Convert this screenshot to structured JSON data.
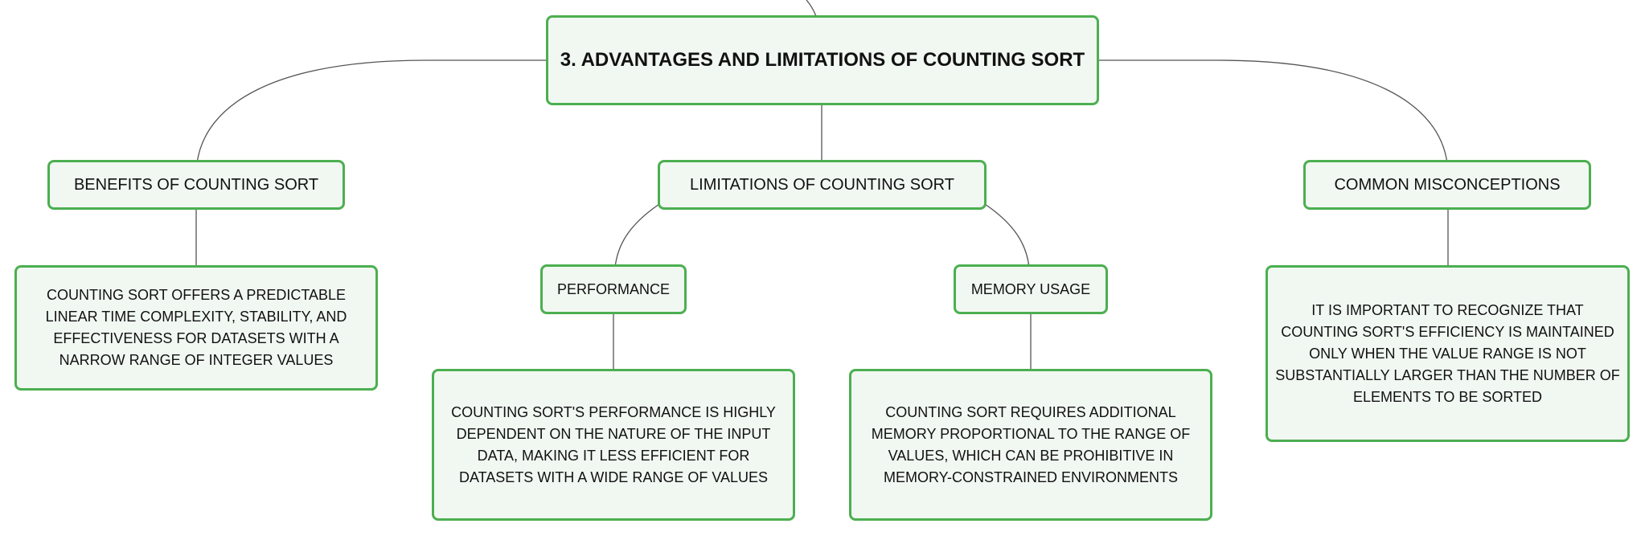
{
  "root": {
    "label": "3. ADVANTAGES AND LIMITATIONS OF COUNTING SORT"
  },
  "branches": {
    "benefits": {
      "label": "BENEFITS OF COUNTING SORT",
      "detail": "COUNTING SORT OFFERS A PREDICTABLE LINEAR TIME COMPLEXITY, STABILITY, AND EFFECTIVENESS FOR DATASETS WITH A NARROW RANGE OF INTEGER VALUES"
    },
    "limitations": {
      "label": "LIMITATIONS OF COUNTING SORT",
      "children": {
        "performance": {
          "label": "PERFORMANCE",
          "detail": "COUNTING SORT'S PERFORMANCE IS HIGHLY DEPENDENT ON THE NATURE OF THE INPUT DATA, MAKING IT LESS EFFICIENT FOR DATASETS WITH A WIDE RANGE OF VALUES"
        },
        "memory": {
          "label": "MEMORY USAGE",
          "detail": "COUNTING SORT REQUIRES ADDITIONAL MEMORY PROPORTIONAL TO THE RANGE OF VALUES, WHICH CAN BE PROHIBITIVE IN MEMORY-CONSTRAINED ENVIRONMENTS"
        }
      }
    },
    "misconceptions": {
      "label": "COMMON MISCONCEPTIONS",
      "detail": "IT IS IMPORTANT TO RECOGNIZE THAT COUNTING SORT'S EFFICIENCY IS MAINTAINED ONLY WHEN THE VALUE RANGE IS NOT SUBSTANTIALLY LARGER THAN THE NUMBER OF ELEMENTS TO BE SORTED"
    }
  },
  "colors": {
    "node_border": "#4caf50",
    "node_fill": "#f1f8f2",
    "connector": "#555555",
    "text": "#111111"
  }
}
